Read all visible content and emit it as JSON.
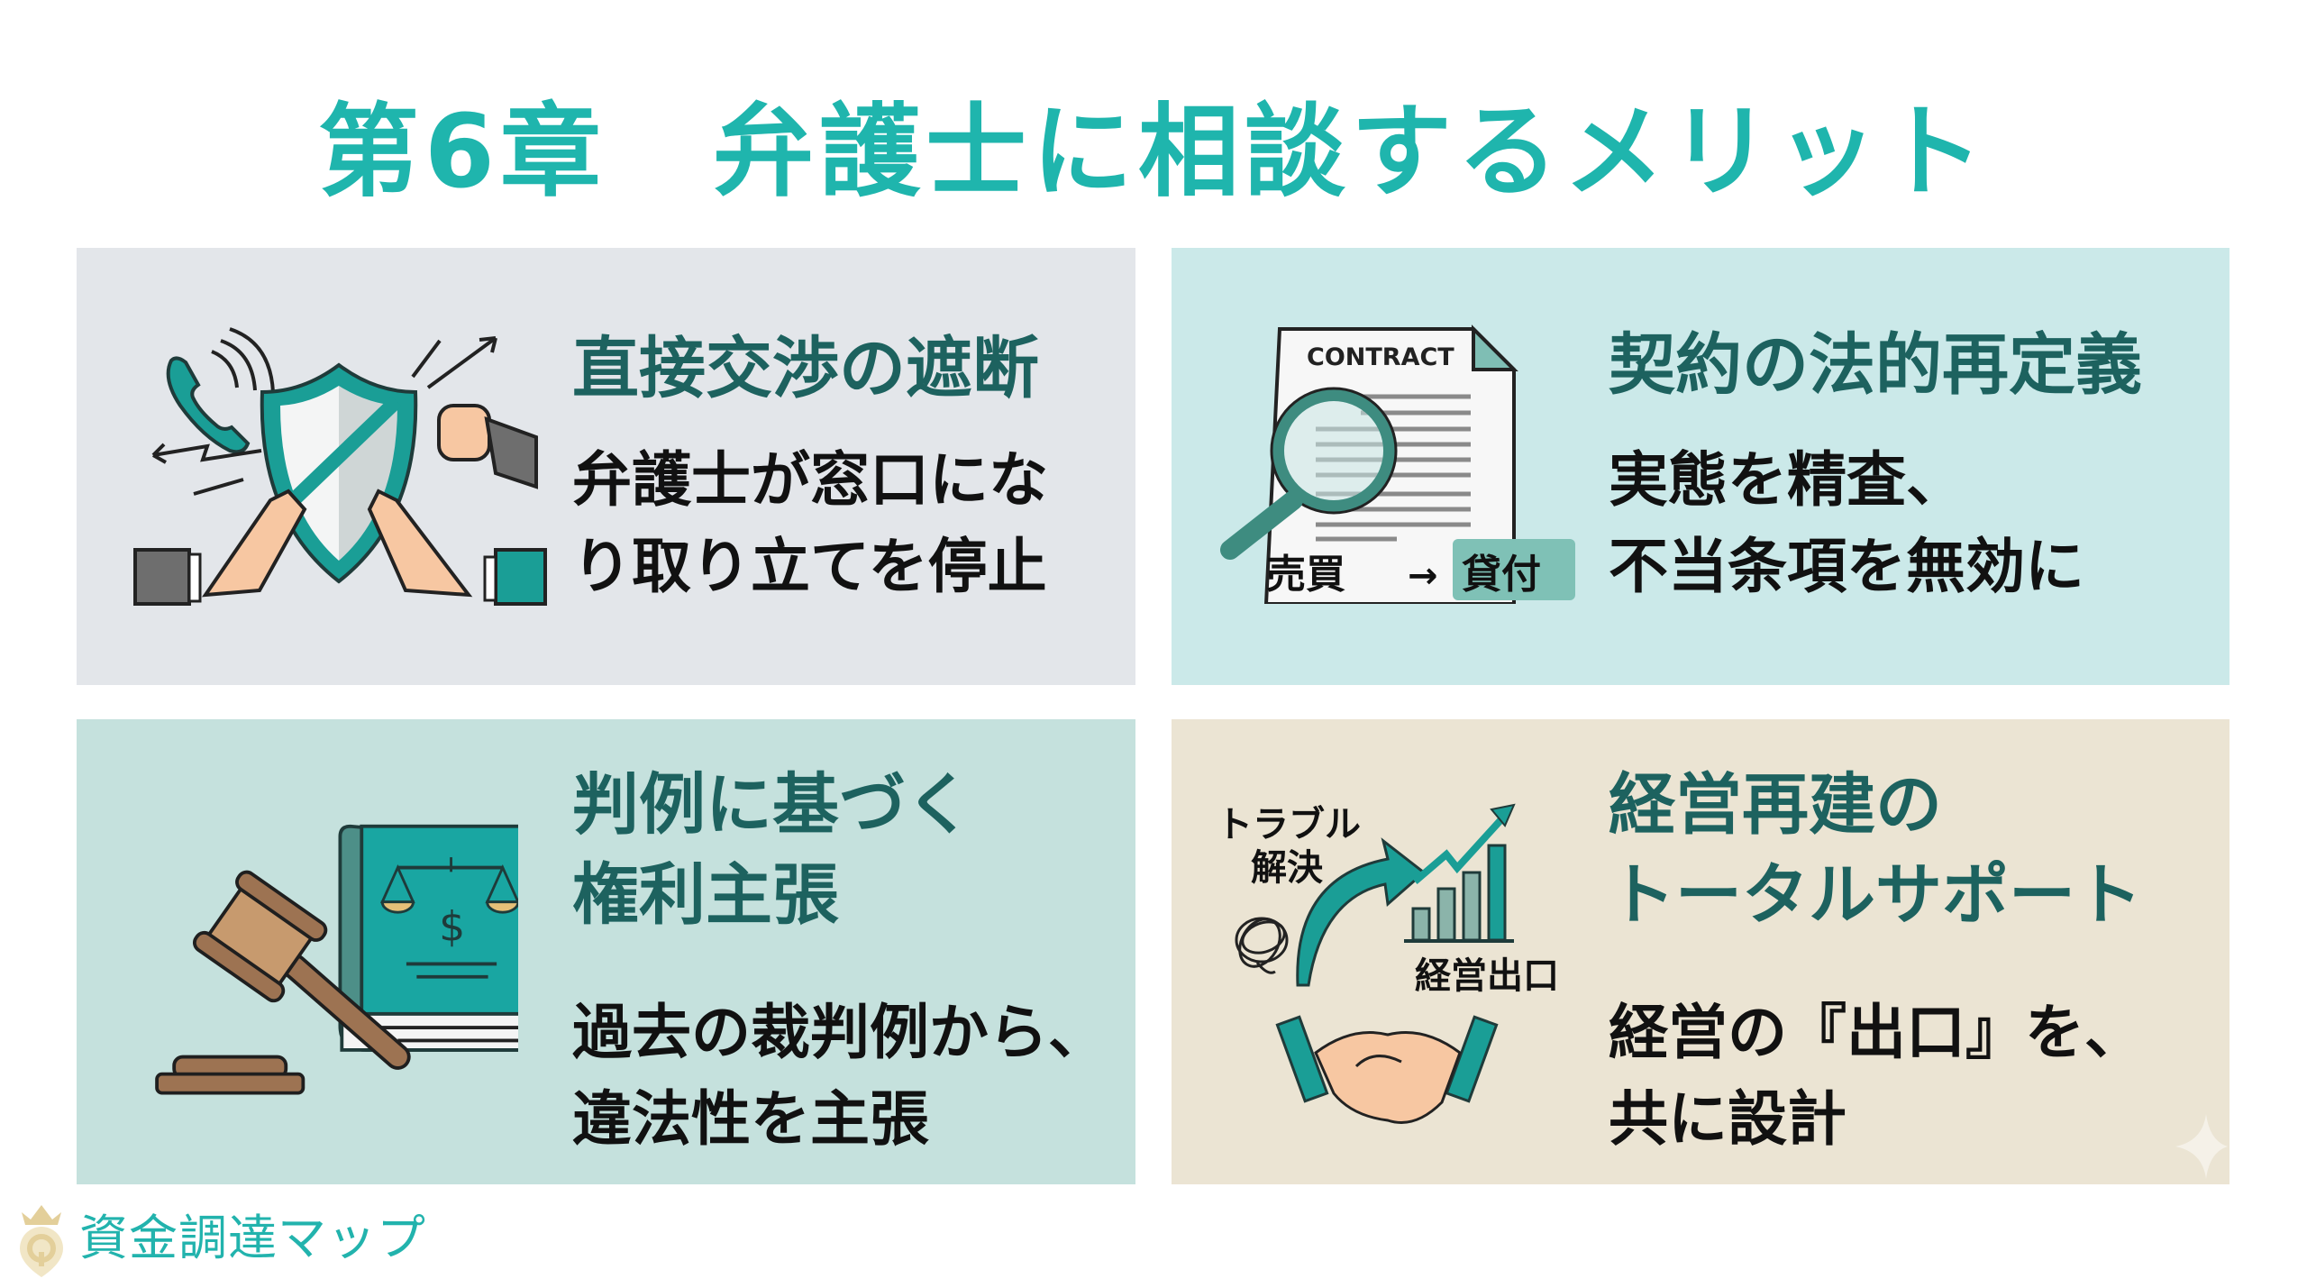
{
  "slide": {
    "title": "第6章　弁護士に相談するメリット",
    "colors": {
      "title": "#1fb5ad",
      "heading": "#1d625f",
      "body": "#111111",
      "teal": "#1a9e96",
      "brand": "#22b3ad",
      "brand_logo": "#e3cf9a"
    }
  },
  "cards": [
    {
      "icon": "shield-blocking-hands-icon",
      "background": "#e3e6ea",
      "heading": "直接交渉の遮断",
      "heading_lines": [
        "直接交渉の遮断"
      ],
      "body_lines": [
        "弁護士が窓口にな",
        "り取り立てを停止"
      ]
    },
    {
      "icon": "contract-magnifier-icon",
      "background": "#cbe9e9",
      "illustration": {
        "doc_label": "CONTRACT",
        "from_label": "売買",
        "arrow": "→",
        "to_label": "貸付"
      },
      "heading": "契約の法的再定義",
      "heading_lines": [
        "契約の法的再定義"
      ],
      "body_lines": [
        "実態を精査、",
        "不当条項を無効に"
      ]
    },
    {
      "icon": "gavel-law-book-icon",
      "background": "#c5e1dd",
      "illustration": {
        "symbol": "$"
      },
      "heading": "判例に基づく権利主張",
      "heading_lines": [
        "判例に基づく",
        "権利主張"
      ],
      "body_lines": [
        "過去の裁判例から、",
        "違法性を主張"
      ]
    },
    {
      "icon": "growth-chart-handshake-icon",
      "background": "#ebe4d3",
      "illustration": {
        "trouble_label_1": "トラブル",
        "trouble_label_2": "解決",
        "exit_label": "経営出口"
      },
      "heading": "経営再建のトータルサポート",
      "heading_lines": [
        "経営再建の",
        "トータルサポート"
      ],
      "body_lines": [
        "経営の『出口』を、",
        "共に設計"
      ]
    }
  ],
  "footer": {
    "brand_name": "資金調達マップ",
    "logo_icon": "crown-location-pin-icon"
  }
}
